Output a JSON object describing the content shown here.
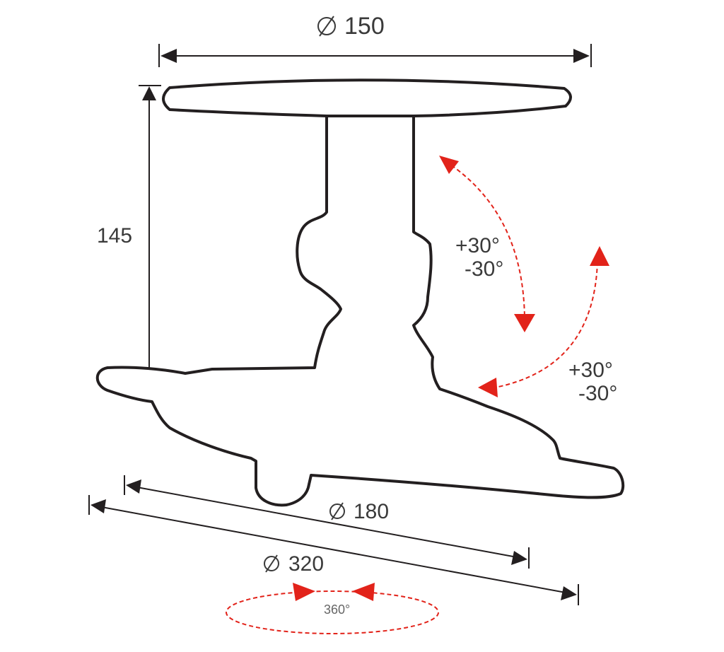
{
  "dimensions": {
    "top_diameter": "150",
    "height": "145",
    "inner_diameter": "180",
    "outer_diameter": "320"
  },
  "angles": {
    "upper_plus": "+30°",
    "upper_minus": "-30°",
    "lower_plus": "+30°",
    "lower_minus": "-30°",
    "rotation": "360°"
  },
  "colors": {
    "outline": "#231f20",
    "angle_arrows": "#e2231a"
  }
}
